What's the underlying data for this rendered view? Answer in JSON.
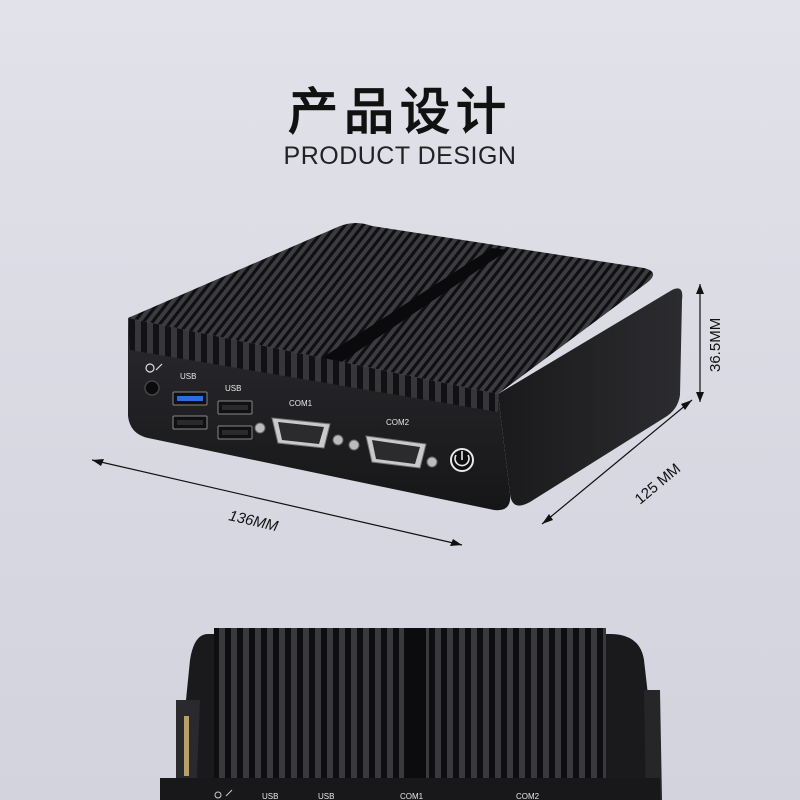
{
  "heading": {
    "cn": "产品设计",
    "en": "PRODUCT DESIGN"
  },
  "dimensions": {
    "width": "136MM",
    "depth": "125 MM",
    "height": "36.5MM"
  },
  "ports": {
    "usb_left": "USB",
    "usb_right": "USB",
    "com1": "COM1",
    "com2": "COM2"
  },
  "icons": [
    "headphone-mic-icon",
    "power-button-icon",
    "arrow-icon"
  ],
  "colors": {
    "background": "#dcdce6",
    "chassis": "#1c1c1e",
    "usb3_accent": "#2f6be0"
  }
}
